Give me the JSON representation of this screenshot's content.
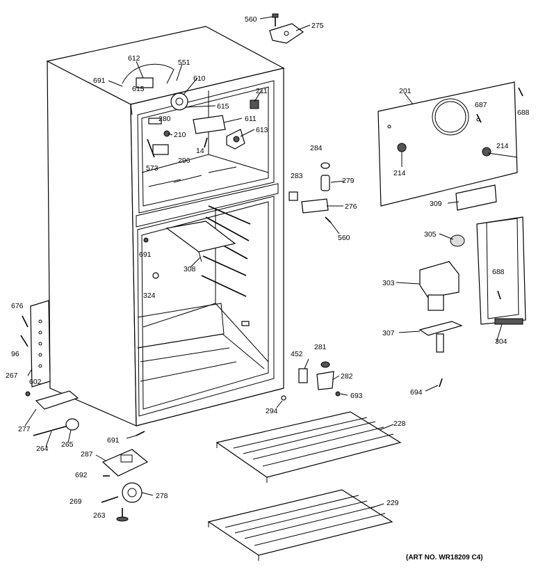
{
  "callouts": {
    "c560a": "560",
    "c275": "275",
    "c612": "612",
    "c551": "551",
    "c691a": "691",
    "c615a": "615",
    "c610": "610",
    "c211": "211",
    "c615b": "615",
    "c280": "280",
    "c611": "611",
    "c210": "210",
    "c613": "613",
    "c14": "14",
    "c573": "573",
    "c296": "296",
    "c201": "201",
    "c687": "687",
    "c688a": "688",
    "c214a": "214",
    "c214b": "214",
    "c284": "284",
    "c283": "283",
    "c279": "279",
    "c276": "276",
    "c560b": "560",
    "c309": "309",
    "c691b": "691",
    "c308": "308",
    "c305": "305",
    "c324": "324",
    "c303": "303",
    "c688b": "688",
    "c676": "676",
    "c96": "96",
    "c267": "267",
    "c602": "602",
    "c281": "281",
    "c452": "452",
    "c282": "282",
    "c307": "307",
    "c304": "304",
    "c693": "693",
    "c294": "294",
    "c694": "694",
    "c277": "277",
    "c264": "264",
    "c265": "265",
    "c691c": "691",
    "c228": "228",
    "c287": "287",
    "c692": "692",
    "c269": "269",
    "c278": "278",
    "c263": "263",
    "c229": "229"
  },
  "art_number": "(ART NO. WR18209 C4)"
}
